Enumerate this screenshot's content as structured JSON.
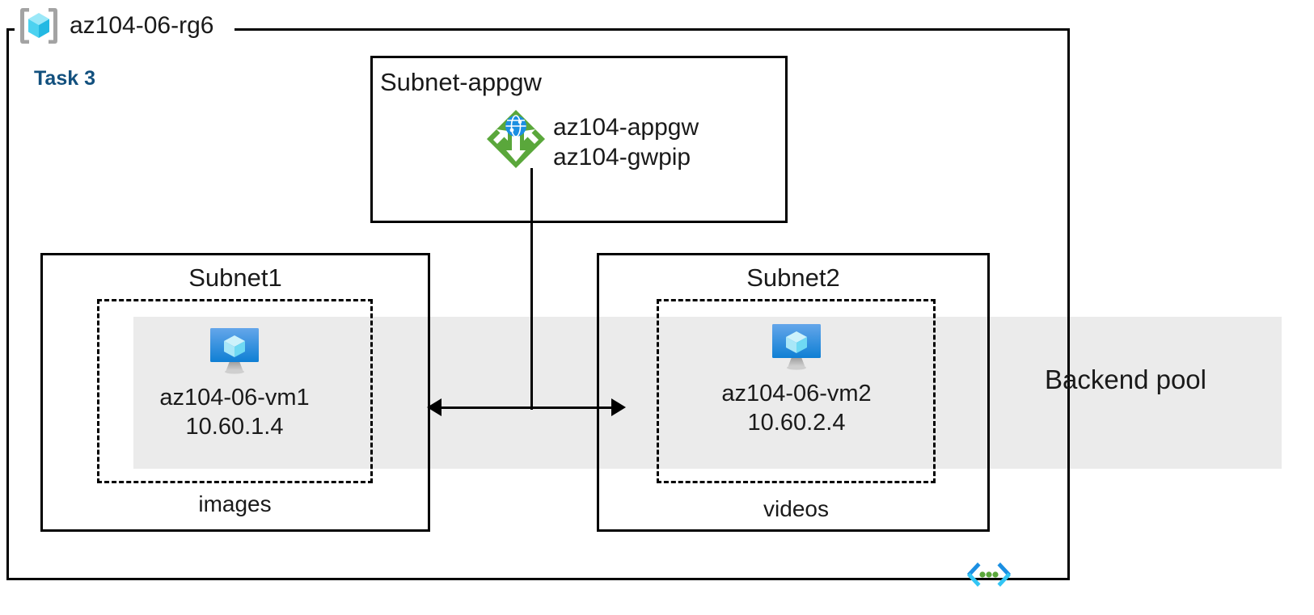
{
  "diagram": {
    "type": "azure-architecture",
    "resource_group": {
      "name": "az104-06-rg6",
      "icon": "resource-group-icon"
    },
    "task": {
      "label": "Task 3",
      "color": "#12507e"
    },
    "backend_pool": {
      "label": "Backend pool",
      "band_color": "#ebebeb"
    },
    "vnet_marker": {
      "icon": "virtual-network-icon",
      "bracket_color": "#1b9de2",
      "bracket_color_alt": "#32c5f4",
      "dot_color": "#5aa73b"
    },
    "subnets": [
      {
        "id": "subnet-appgw",
        "title": "Subnet-appgw",
        "resources": [
          {
            "icon": "application-gateway-icon",
            "icon_color": "#5aa73b",
            "globe_color": "#1b8fe2",
            "lines": [
              "az104-appgw",
              "az104-gwpip"
            ]
          }
        ]
      },
      {
        "id": "subnet1",
        "title": "Subnet1",
        "caption": "images",
        "resources": [
          {
            "icon": "virtual-machine-icon",
            "icon_color": "#0f7fd4",
            "name": "az104-06-vm1",
            "ip": "10.60.1.4"
          }
        ]
      },
      {
        "id": "subnet2",
        "title": "Subnet2",
        "caption": "videos",
        "resources": [
          {
            "icon": "virtual-machine-icon",
            "icon_color": "#0f7fd4",
            "name": "az104-06-vm2",
            "ip": "10.60.2.4"
          }
        ]
      }
    ],
    "connections": [
      {
        "from": "az104-appgw",
        "to": "subnet1",
        "style": "arrow",
        "direction": "bidirectional"
      },
      {
        "from": "az104-appgw",
        "to": "subnet2",
        "style": "arrow",
        "direction": "bidirectional"
      }
    ]
  }
}
